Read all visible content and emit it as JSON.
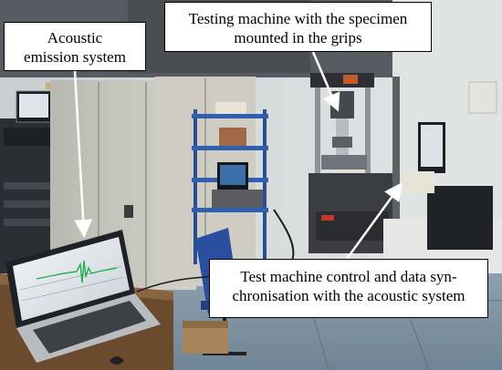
{
  "callouts": {
    "acoustic": {
      "line1": "Acoustic",
      "line2": "emission system"
    },
    "testing": {
      "line1": "Testing machine with the specimen",
      "line2": "mounted in the grips"
    },
    "control": {
      "line1": "Test machine control and data syn-",
      "line2": "chronisation with the acoustic system"
    }
  },
  "colors": {
    "callout_fill": "#ffffff",
    "arrow": "#ffffff",
    "laptop_signal": "#22b14c"
  }
}
